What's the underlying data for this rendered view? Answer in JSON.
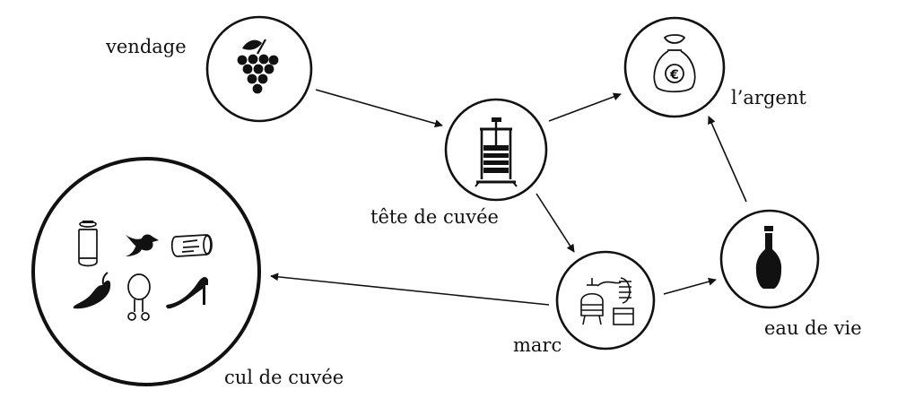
{
  "nodes": {
    "vendage": {
      "label": "vendage",
      "icon": "grapes-icon"
    },
    "tete": {
      "label": "tête de cuvée",
      "icon": "wine-press-icon"
    },
    "argent": {
      "label": "l’argent",
      "icon": "money-bag-icon",
      "symbol": "€"
    },
    "marc": {
      "label": "marc",
      "icon": "distillery-icon"
    },
    "eaudevie": {
      "label": "eau de vie",
      "icon": "bottle-icon"
    },
    "cul": {
      "label": "cul de cuvée",
      "icons": [
        "can-icon",
        "bird-icon",
        "log-icon",
        "pepper-icon",
        "drumstick-icon",
        "high-heel-icon"
      ]
    }
  },
  "colors": {
    "stroke": "#111111",
    "fill": "#000000",
    "background": "#ffffff"
  }
}
